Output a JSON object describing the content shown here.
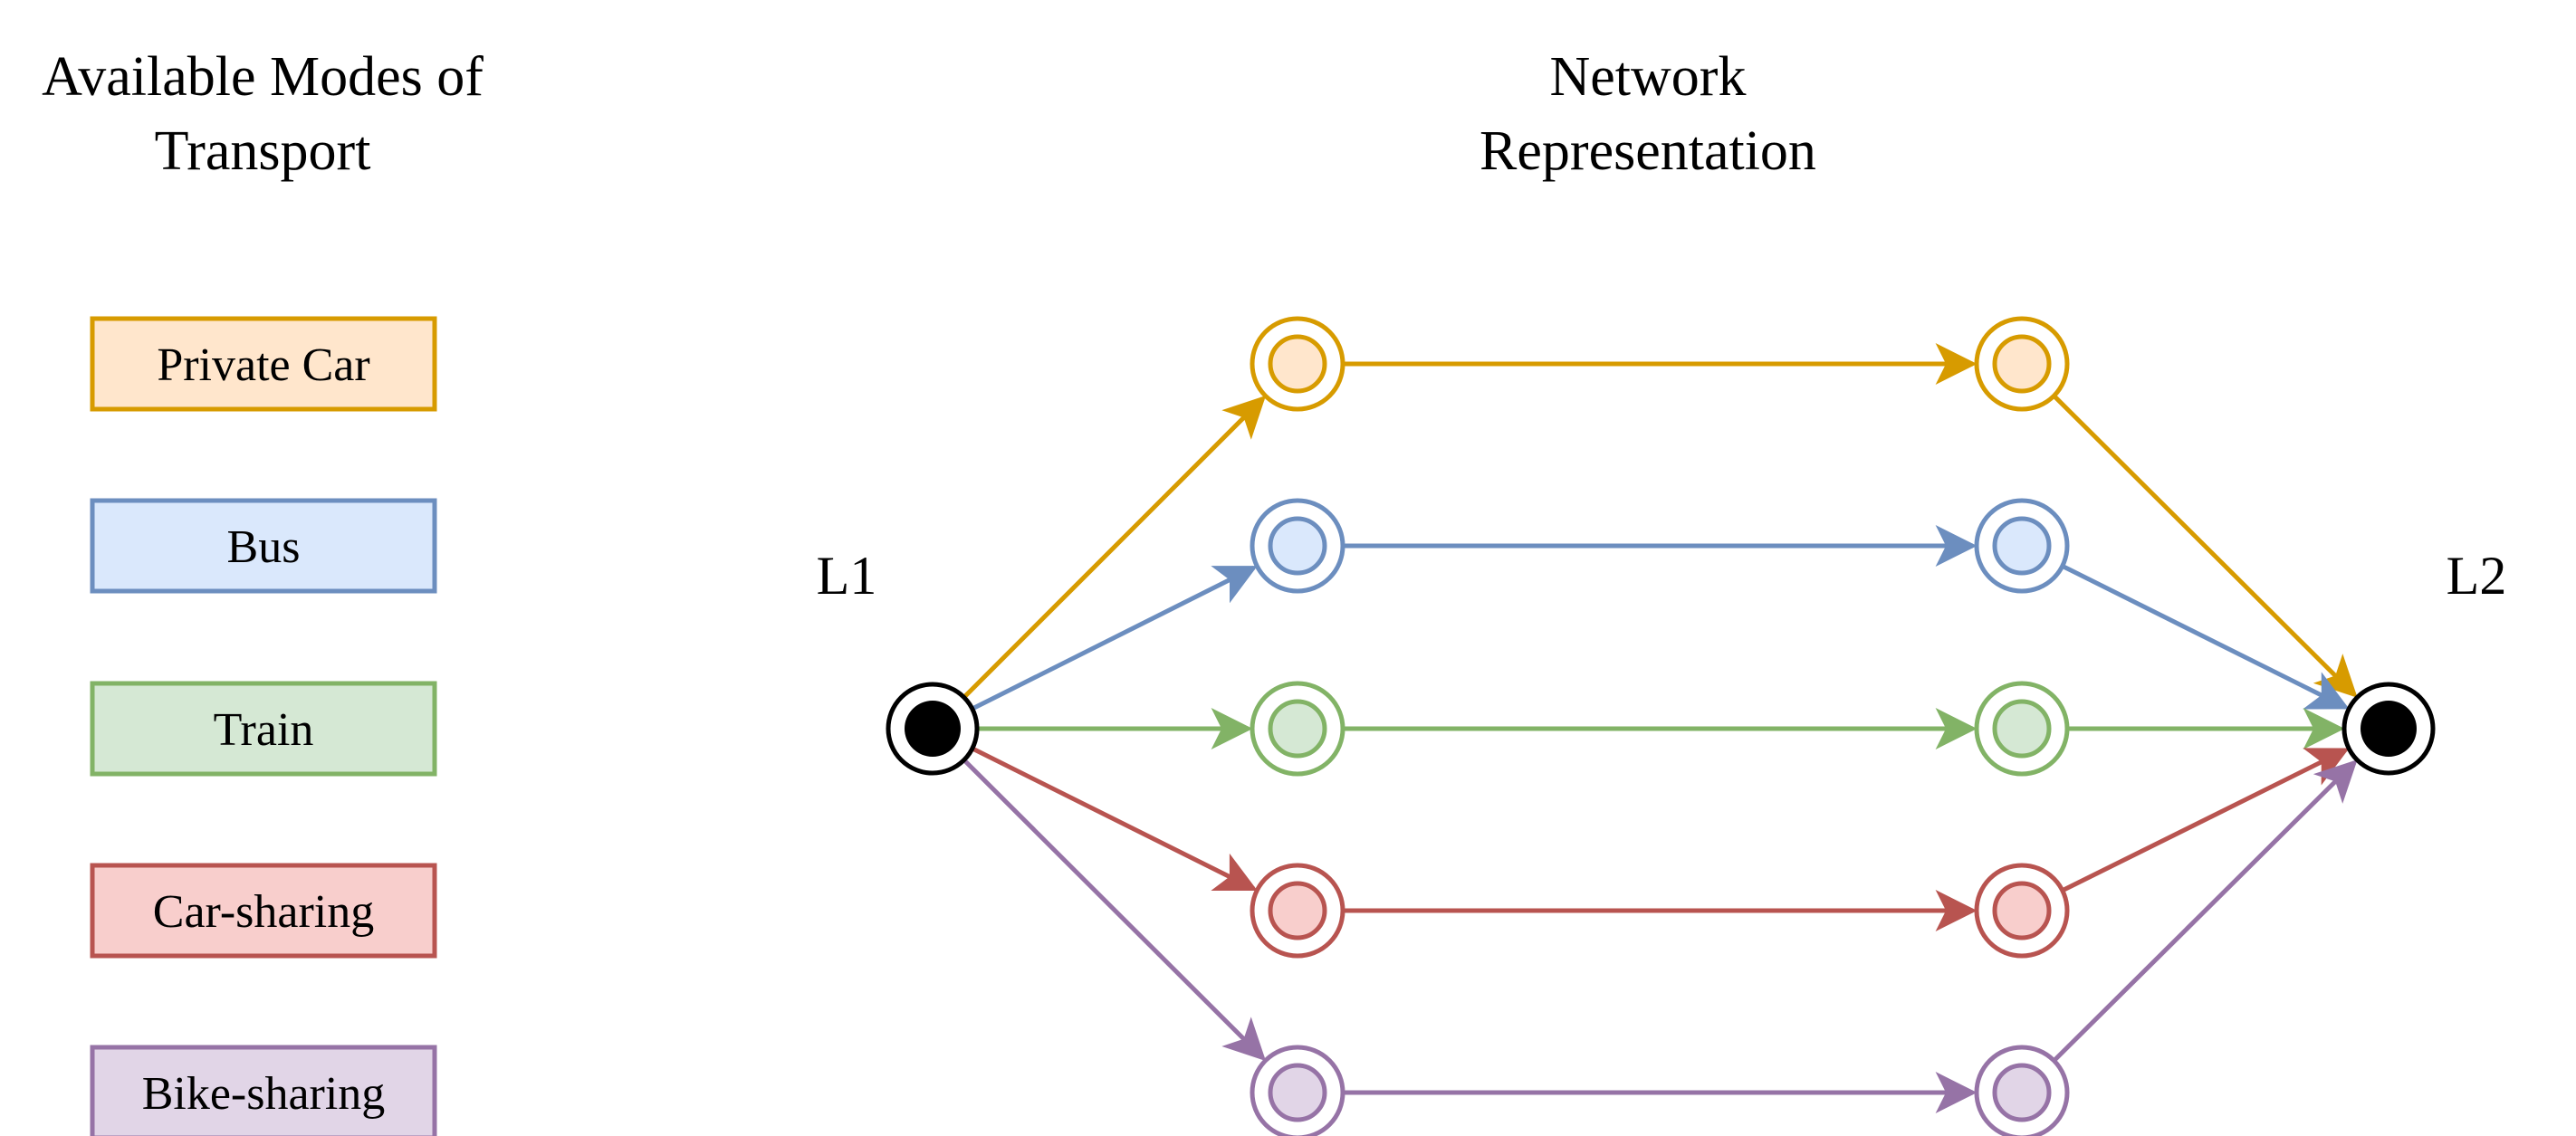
{
  "legend": {
    "title_line1": "Available Modes of",
    "title_line2": "Transport",
    "items": [
      {
        "label": "Private Car",
        "fill": "#ffe6cc",
        "stroke": "#d79b00"
      },
      {
        "label": "Bus",
        "fill": "#dae8fc",
        "stroke": "#6c8ebf"
      },
      {
        "label": "Train",
        "fill": "#d5e8d4",
        "stroke": "#82b366"
      },
      {
        "label": "Car-sharing",
        "fill": "#f8cecc",
        "stroke": "#b85450"
      },
      {
        "label": "Bike-sharing",
        "fill": "#e1d5e7",
        "stroke": "#9673a6"
      }
    ]
  },
  "network": {
    "title_line1": "Network",
    "title_line2": "Representation",
    "origin_label": "L1",
    "destination_label": "L2",
    "terminal_fill": "#000000"
  }
}
